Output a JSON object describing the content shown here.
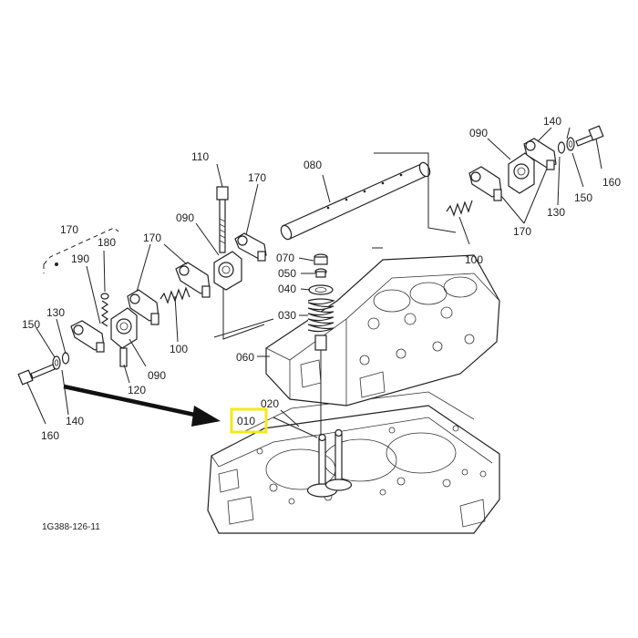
{
  "diagram": {
    "code": "1G388-126-11",
    "highlight_color": "#f2ea1b",
    "arrow_color": "#111111",
    "labels": {
      "l010": "010",
      "l020": "020",
      "l030": "030",
      "l040": "040",
      "l050": "050",
      "l060": "060",
      "l070": "070",
      "l080": "080",
      "l090a": "090",
      "l090b": "090",
      "l090c": "090",
      "l100a": "100",
      "l100b": "100",
      "l110": "110",
      "l120": "120",
      "l130a": "130",
      "l130b": "130",
      "l140a": "140",
      "l140b": "140",
      "l150a": "150",
      "l150b": "150",
      "l160a": "160",
      "l160b": "160",
      "l170a": "170",
      "l170b": "170",
      "l170c": "170",
      "l170d": "170",
      "l180": "180",
      "l190": "190"
    }
  }
}
